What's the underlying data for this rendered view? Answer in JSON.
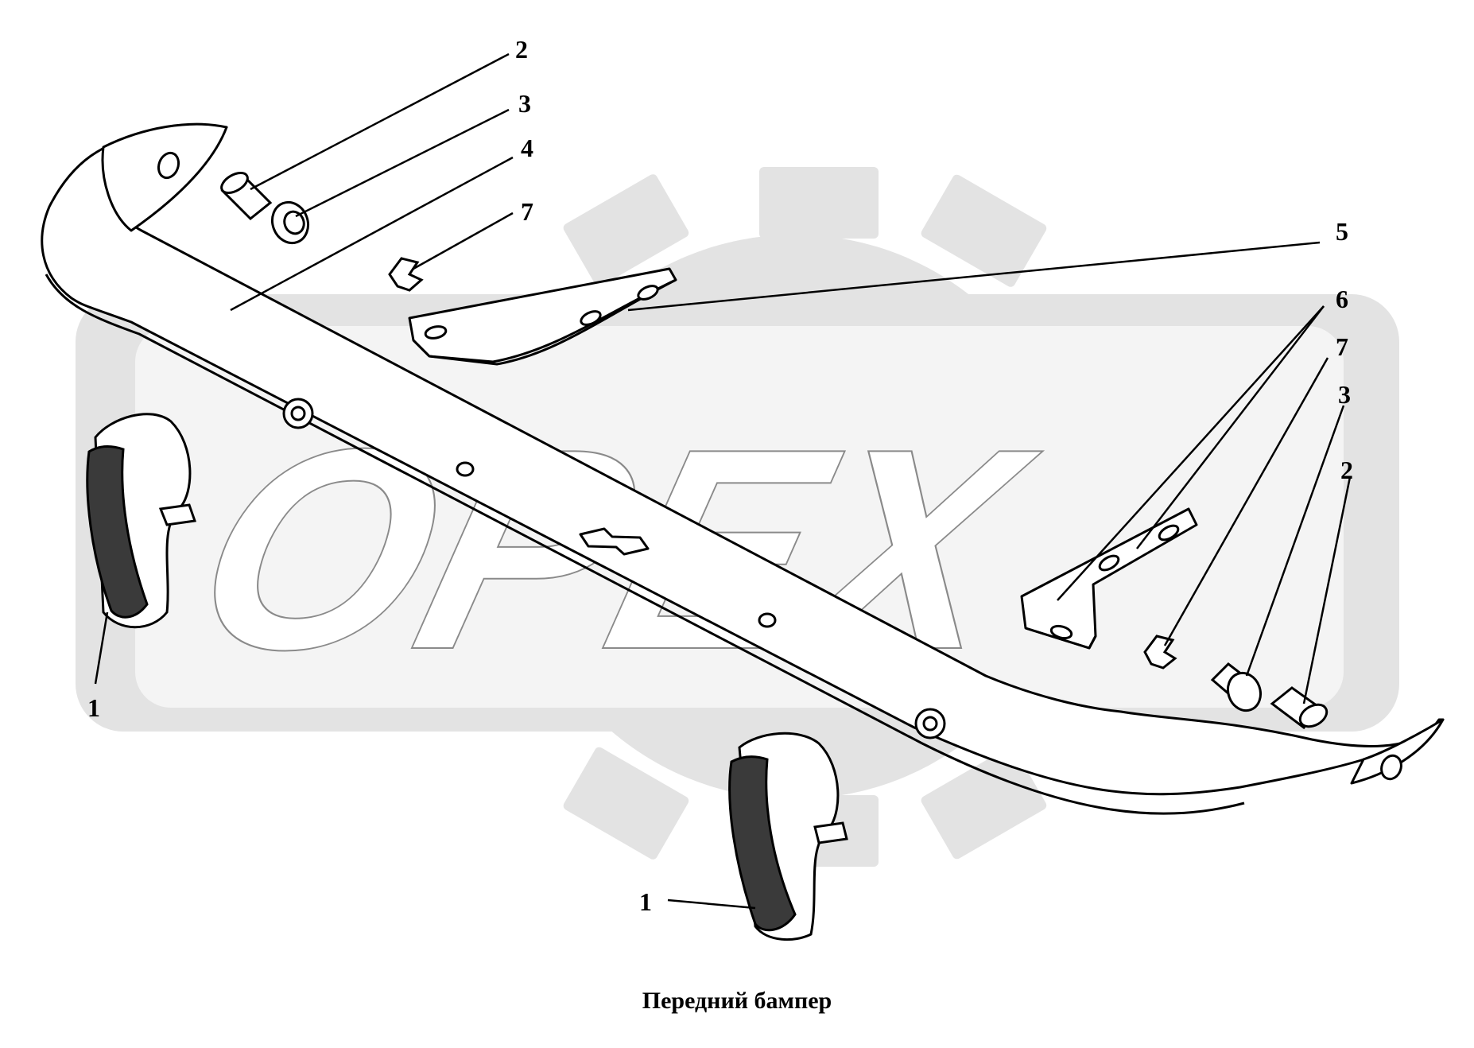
{
  "watermark": {
    "text": "OPEX",
    "color": "#e2e2e2"
  },
  "callouts": {
    "c2_top": "2",
    "c3_top": "3",
    "c4": "4",
    "c7_top": "7",
    "c5": "5",
    "c6": "6",
    "c7_right": "7",
    "c3_right": "3",
    "c2_right": "2",
    "c1_left": "1",
    "c1_bottom": "1"
  },
  "caption": "Передний бампер",
  "colors": {
    "line": "#000000",
    "part_fill": "#ffffff",
    "rubber": "#333333"
  }
}
